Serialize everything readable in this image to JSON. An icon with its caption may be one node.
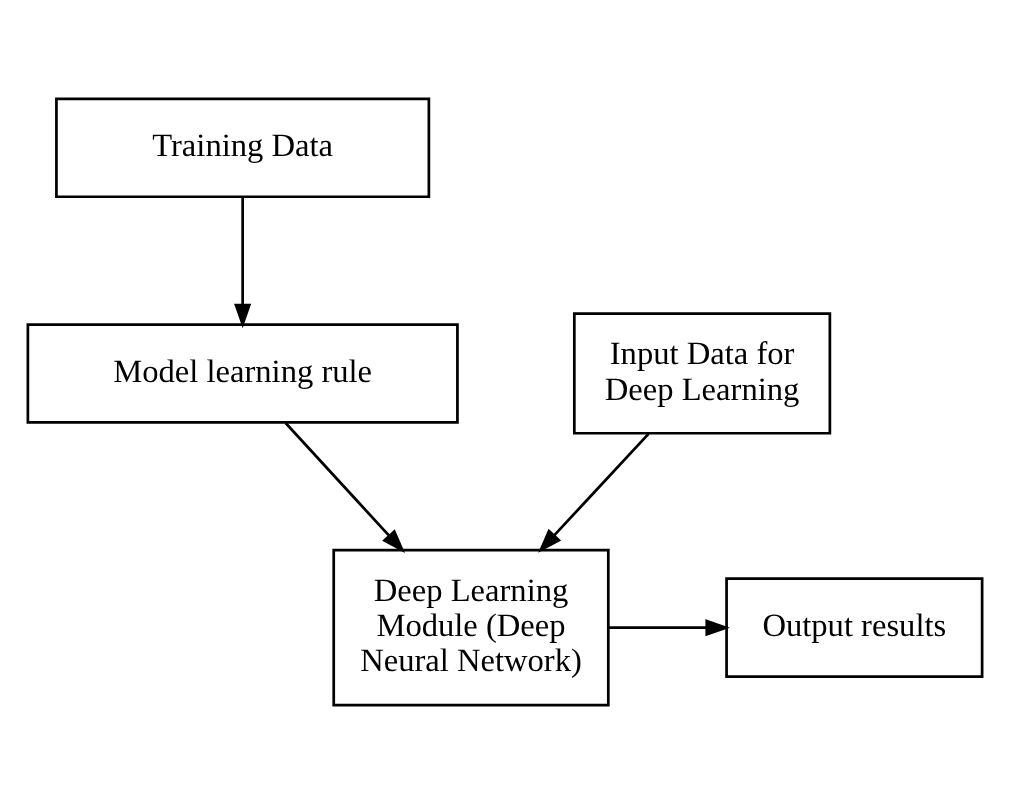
{
  "diagram": {
    "nodes": [
      {
        "text": [
          "Training Data"
        ]
      },
      {
        "text": [
          "Model learning rule"
        ]
      },
      {
        "text": [
          "Input Data for Deep Learning"
        ]
      },
      {
        "text": [
          "Deep Learning Module (Deep Neural Network)"
        ]
      },
      {
        "text": [
          "Output results"
        ]
      }
    ],
    "edges": [
      {
        "from": 0,
        "to": 1,
        "arrow": "to"
      },
      {
        "from": 1,
        "to": 3,
        "arrow": "to"
      },
      {
        "from": 2,
        "to": 3,
        "arrow": "to"
      },
      {
        "from": 3,
        "to": 4,
        "arrow": "to"
      }
    ]
  }
}
